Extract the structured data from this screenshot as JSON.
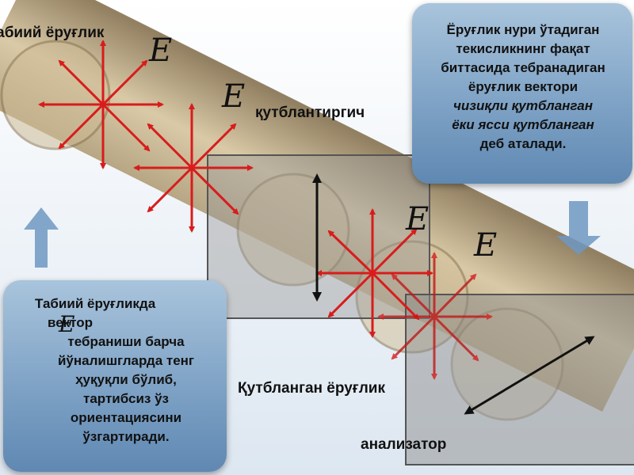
{
  "labels": {
    "natural_light": "Табиий ёруғлик",
    "polarizer": "қутблантиргич",
    "polarized_light": "Қутбланган ёруғлик",
    "analyzer": "анализатор"
  },
  "e_symbol": "E",
  "right_box": {
    "line1": "Ёруғлик нури ўтадиган",
    "line2": "текисликнинг фақат",
    "line3": "биттасида тебранадиган",
    "line4": "ёруғлик вектори",
    "line5": "чизиқли қутбланган",
    "line6": "ёки ясси қутбланган",
    "line7": "деб аталади."
  },
  "left_box": {
    "line1": "Табиий ёруғликда",
    "line2": "вектор",
    "line3": "тебраниши барча",
    "line4": "йўналишгларда тенг",
    "line5": "ҳуқуқли бўлиб,",
    "line6": "тартибсиз ўз",
    "line7": "ориентациясини",
    "line8": "ўзгартиради."
  },
  "colors": {
    "beam": "#c8b48e",
    "vector_red": "#d81c1c",
    "filter_gray": "#9a9a9a",
    "arrow_blue": "#6f98c2"
  }
}
